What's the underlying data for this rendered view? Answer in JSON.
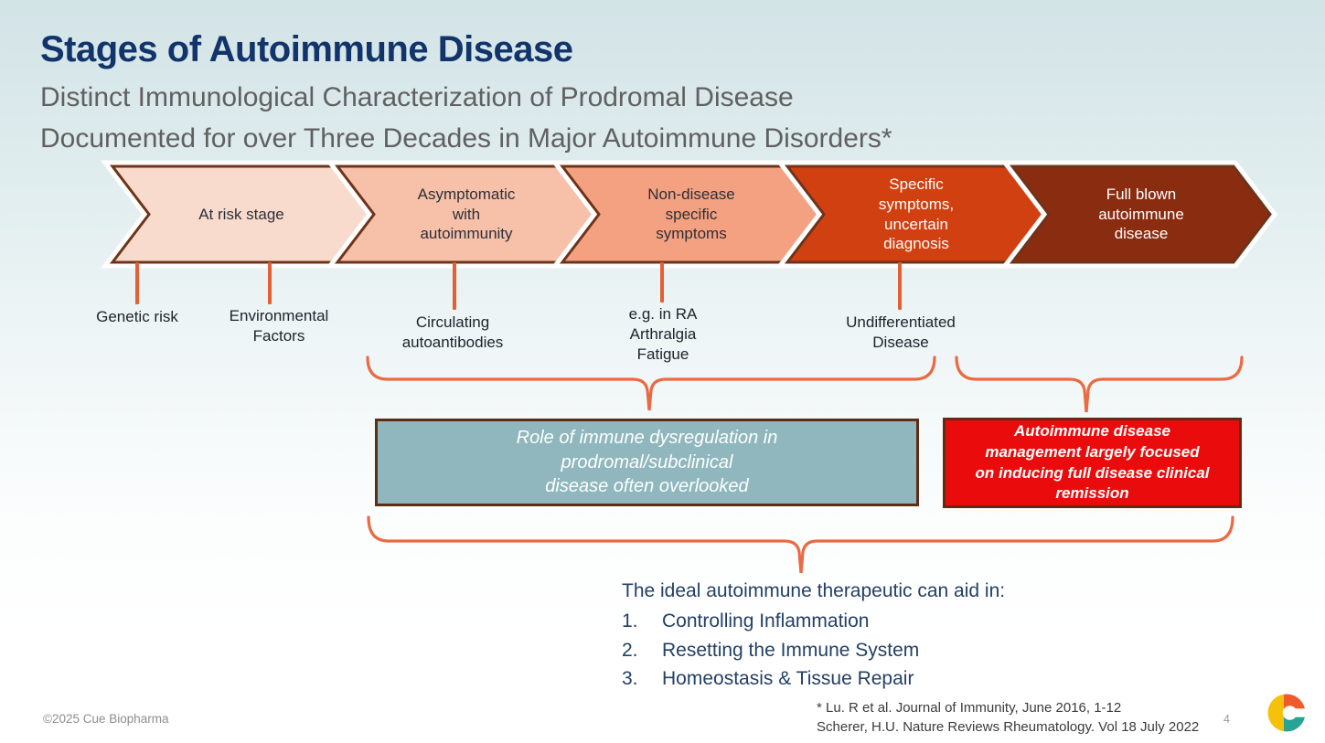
{
  "slide": {
    "title": "Stages of Autoimmune Disease",
    "subtitle": "Distinct Immunological Characterization of Prodromal Disease\nDocumented for over Three Decades in Major Autoimmune Disorders*"
  },
  "colors": {
    "title": "#11346b",
    "subtitle": "#606060",
    "chevron_border": "#6d341a",
    "connector": "#e45f33",
    "brace": "#ea6a42",
    "callout_border": "#5f2c15",
    "dark_label": "#20242e",
    "navy_text": "#234066",
    "logo_yellow": "#f6c10b",
    "logo_orange": "#f05b2c",
    "logo_teal": "#28a395"
  },
  "stages": [
    {
      "label": "At risk stage",
      "fill": "#f9dbcd",
      "text_color": "#2c2f38"
    },
    {
      "label": "Asymptomatic\nwith\nautoimmunity",
      "fill": "#f7c0a9",
      "text_color": "#2c2f38"
    },
    {
      "label": "Non-disease\nspecific\nsymptoms",
      "fill": "#f4a181",
      "text_color": "#2c2f38"
    },
    {
      "label": "Specific\nsymptoms,\nuncertain\ndiagnosis",
      "fill": "#d04010",
      "text_color": "#ffffff"
    },
    {
      "label": "Full blown\nautoimmune\ndisease",
      "fill": "#8a2c10",
      "text_color": "#ffffff"
    }
  ],
  "annotations": [
    {
      "label": "Genetic risk"
    },
    {
      "label": "Environmental\nFactors"
    },
    {
      "label": "Circulating\nautoantibodies"
    },
    {
      "label": "e.g. in RA\nArthralgia\nFatigue"
    },
    {
      "label": "Undifferentiated\nDisease"
    }
  ],
  "callouts": {
    "teal_box": {
      "text": "Role of immune dysregulation in\nprodromal/subclinical\ndisease often overlooked",
      "bg": "#8fb7bd"
    },
    "red_box": {
      "text": "Autoimmune disease\nmanagement largely focused\non inducing full disease clinical\nremission",
      "bg": "#ea0b0c"
    }
  },
  "conclusion": {
    "intro": "The ideal autoimmune therapeutic can aid in:",
    "items": [
      {
        "num": "1.",
        "text": "Controlling Inflammation"
      },
      {
        "num": "2.",
        "text": "Resetting the Immune System"
      },
      {
        "num": "3.",
        "text": "Homeostasis & Tissue Repair"
      }
    ]
  },
  "footer": {
    "copyright": "©2025 Cue Biopharma",
    "citation": "* Lu. R et al. Journal of Immunity, June 2016, 1-12\nScherer, H.U. Nature Reviews Rheumatology. Vol 18 July 2022",
    "page_number": "4",
    "logo": "cue-biopharma-logo"
  }
}
